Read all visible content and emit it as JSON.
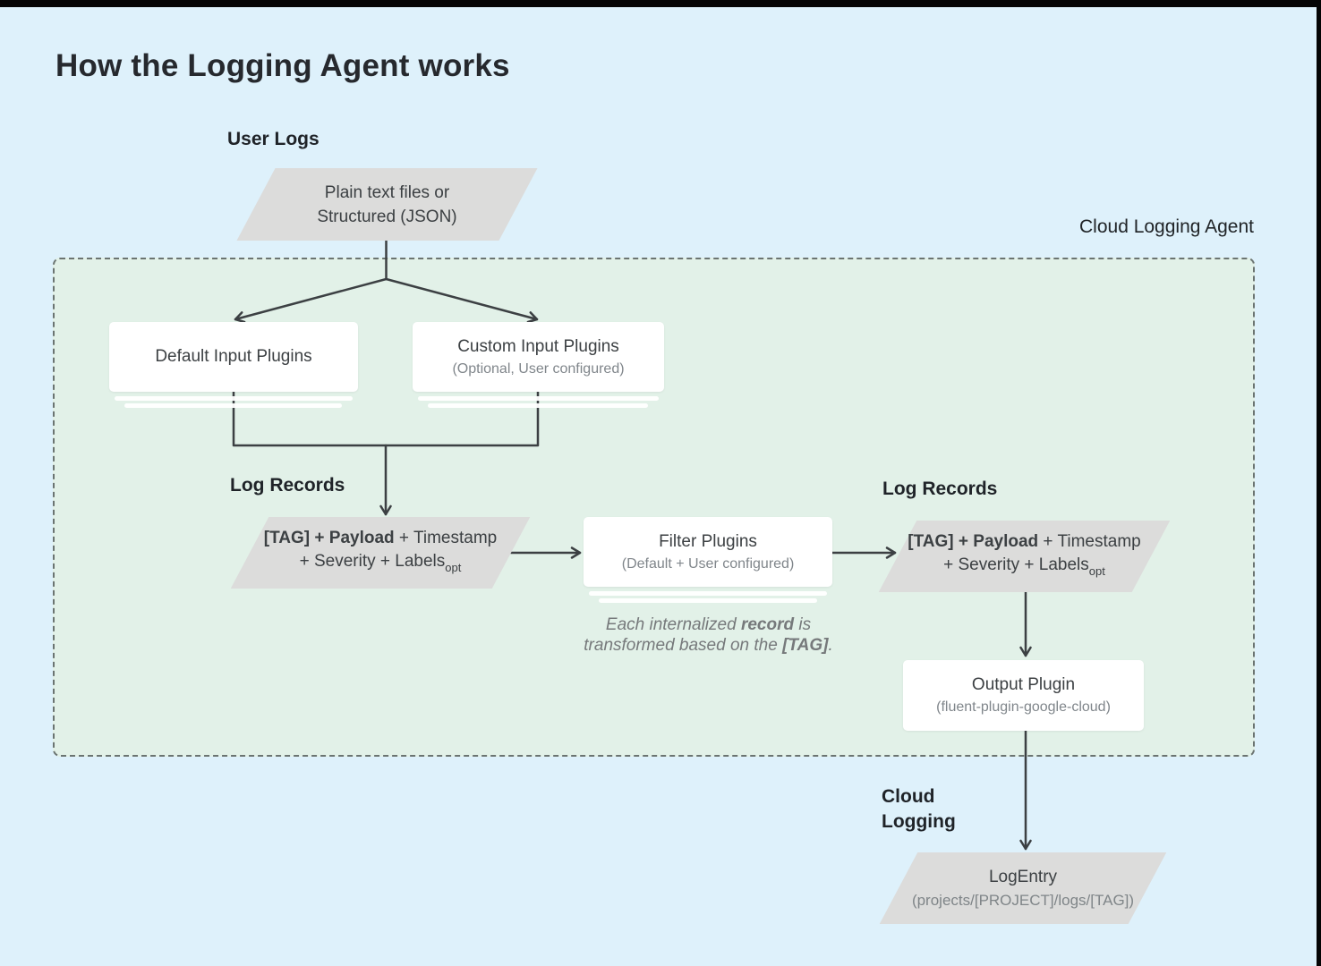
{
  "title": "How the Logging Agent works",
  "labels": {
    "user_logs": "User Logs",
    "agent_box": "Cloud Logging Agent",
    "log_records": "Log Records",
    "cloud_logging_line1": "Cloud",
    "cloud_logging_line2": "Logging"
  },
  "nodes": {
    "user_input": {
      "line1": "Plain text files or",
      "line2": "Structured (JSON)"
    },
    "default_input": {
      "title": "Default Input Plugins"
    },
    "custom_input": {
      "title": "Custom Input Plugins",
      "subtitle": "(Optional, User configured)"
    },
    "filter": {
      "title": "Filter Plugins",
      "subtitle": "(Default + User configured)"
    },
    "output": {
      "title": "Output Plugin",
      "subtitle": "(fluent-plugin-google-cloud)"
    },
    "log_entry": {
      "title": "LogEntry",
      "subtitle": "(projects/[PROJECT]/logs/[TAG])"
    }
  },
  "log_record": {
    "bold": "[TAG] + Payload",
    "rest1": " + Timestamp",
    "line2": "+ Severity + Labels",
    "subscript": "opt"
  },
  "note": {
    "l1a": "Each internalized ",
    "l1b": "record",
    "l1c": " is",
    "l2a": "transformed based on the ",
    "l2b": "[TAG]",
    "l2c": "."
  },
  "colors": {
    "background": "#def1fb",
    "agent_panel_fill": "#e2f1e8",
    "panel_dash_border": "#6b7471",
    "parallelogram_fill": "#dcdcdb",
    "node_fill": "#ffffff",
    "wire": "#3c4043",
    "title_text": "#26292e",
    "node_title_text": "#3c4043",
    "node_subtitle_text": "#80868b",
    "note_text": "#76797b",
    "window_edge": "#050505"
  }
}
